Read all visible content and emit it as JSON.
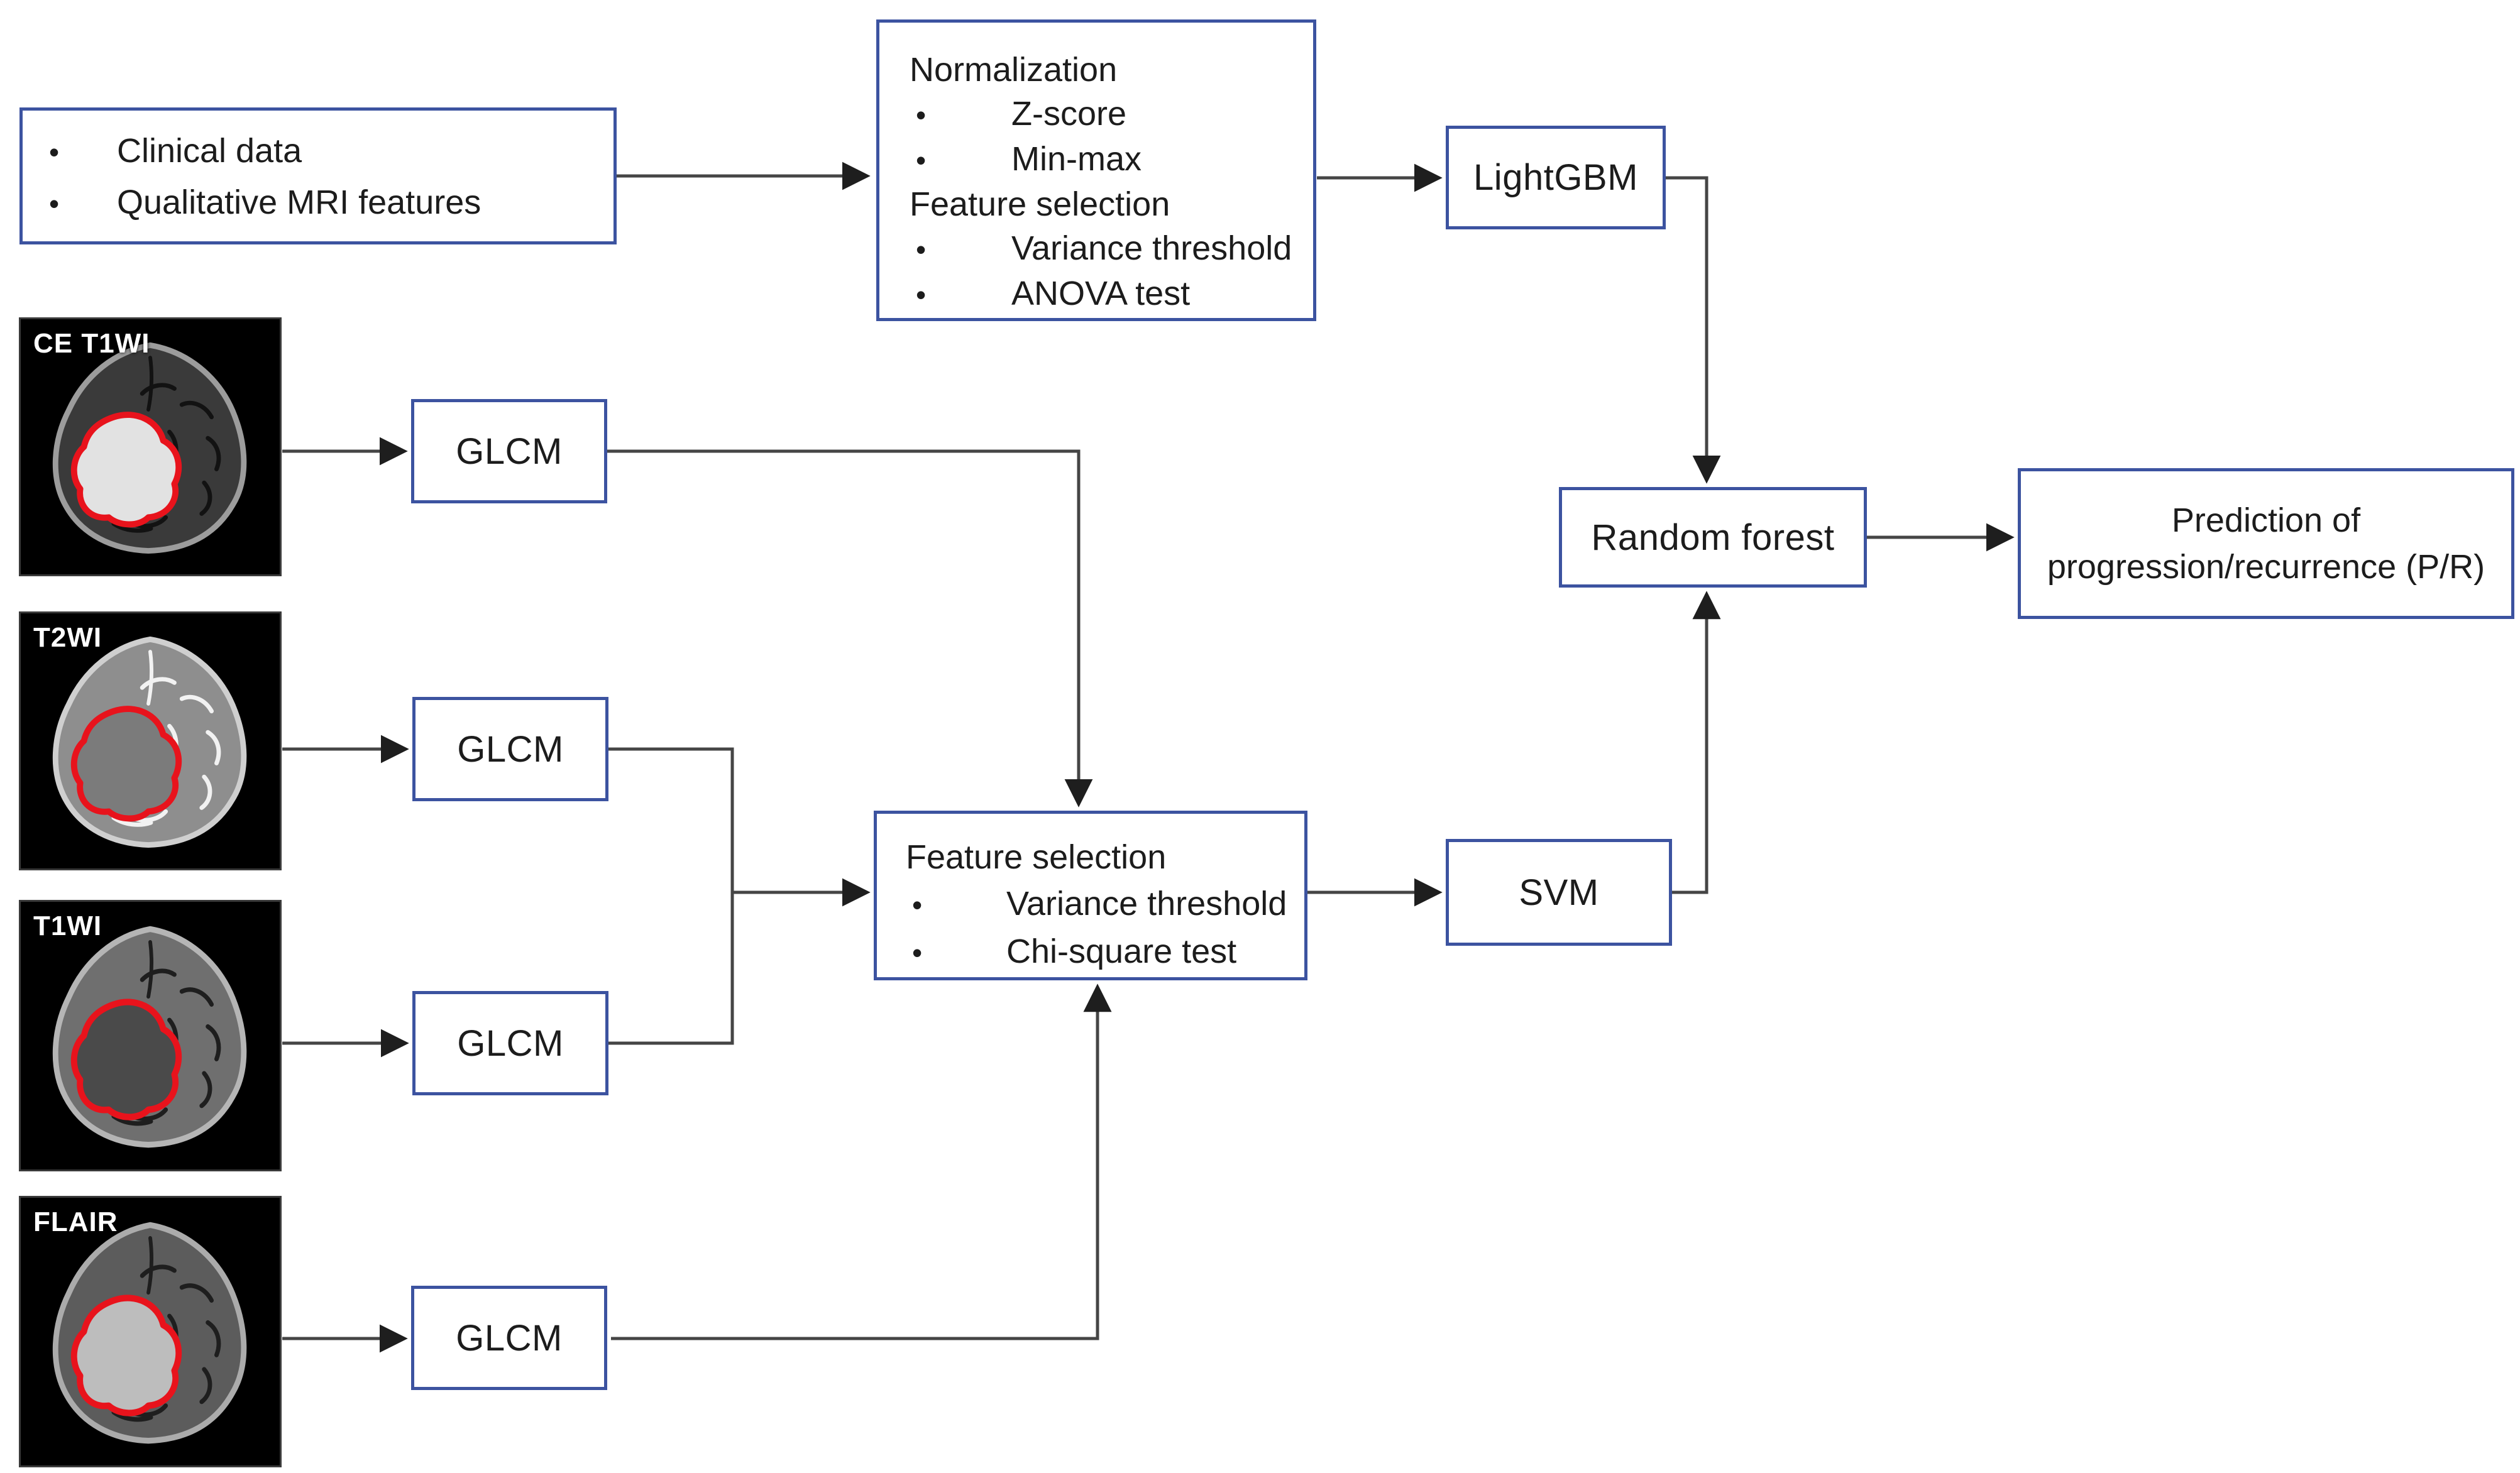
{
  "figure": {
    "background": "#ffffff",
    "box_border_color": "#3c53a0",
    "arrow_color": "#454545",
    "mri_label_color": "#ffffff",
    "tumor_outline_color": "#e8131c",
    "bullet_char": "•",
    "inputs_box": {
      "bullets": [
        "Clinical data",
        "Qualitative MRI features"
      ]
    },
    "preprocess_box": {
      "section1_title": "Normalization",
      "section1_bullets": [
        "Z-score",
        "Min-max"
      ],
      "section2_title": "Feature selection",
      "section2_bullets": [
        "Variance threshold",
        "ANOVA test"
      ]
    },
    "feature_selection_box": {
      "title": "Feature selection",
      "bullets": [
        "Variance threshold",
        "Chi-square test"
      ]
    },
    "model_boxes": {
      "lightgbm": "LightGBM",
      "random_forest": "Random forest",
      "svm": "SVM"
    },
    "prediction_box": {
      "lines": [
        "Prediction of",
        "progression/recurrence (P/R)"
      ]
    },
    "glcm_label": "GLCM",
    "mri_scans": [
      {
        "label": "CE T1WI",
        "brain_fill": "#3a3a3a",
        "rim_color": "#9c9c9c",
        "sulci_color": "#121212",
        "tumor_fill": "#e2e2e2"
      },
      {
        "label": "T2WI",
        "brain_fill": "#8e8e8e",
        "rim_color": "#cfcfcf",
        "sulci_color": "#f2f2f2",
        "tumor_fill": "#7b7b7b"
      },
      {
        "label": "T1WI",
        "brain_fill": "#6f6f6f",
        "rim_color": "#b5b5b5",
        "sulci_color": "#1e1e1e",
        "tumor_fill": "#4a4a4a"
      },
      {
        "label": "FLAIR",
        "brain_fill": "#5c5c5c",
        "rim_color": "#ababab",
        "sulci_color": "#1e1e1e",
        "tumor_fill": "#bdbdbd"
      }
    ]
  }
}
